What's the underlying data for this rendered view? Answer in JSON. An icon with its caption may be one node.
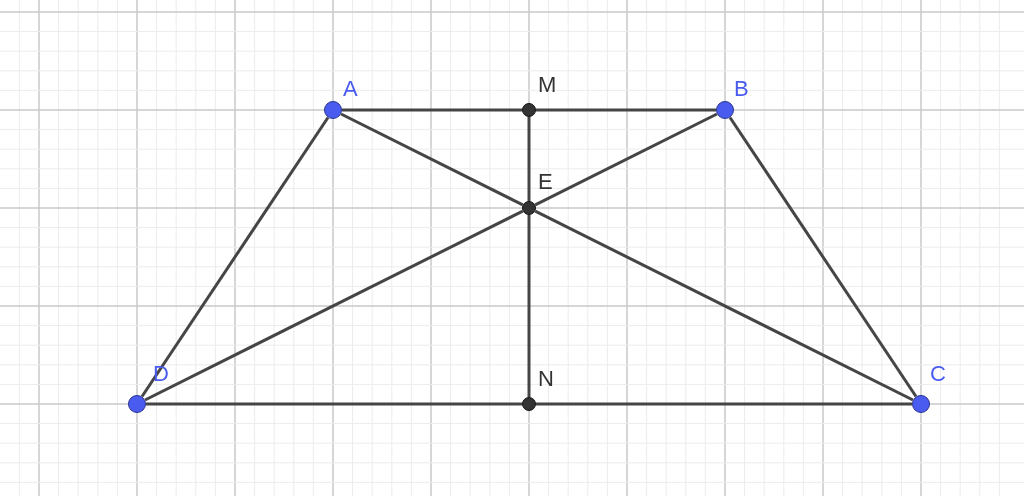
{
  "diagram": {
    "nodes": [
      {
        "text": [],
        "shape": "circle",
        "beside": [
          "A"
        ]
      },
      {
        "text": [],
        "shape": "circle",
        "beside": [
          "M"
        ]
      },
      {
        "text": [],
        "shape": "circle",
        "beside": [
          "B"
        ]
      },
      {
        "text": [],
        "shape": "circle",
        "beside": [
          "E"
        ]
      },
      {
        "text": [],
        "shape": "circle",
        "beside": [
          "D"
        ]
      },
      {
        "text": [],
        "shape": "circle",
        "beside": [
          "N"
        ]
      },
      {
        "text": [],
        "shape": "circle",
        "beside": [
          "C"
        ]
      }
    ],
    "edges": [
      {
        "from": 0,
        "to": 1,
        "arrow": "none"
      },
      {
        "from": 1,
        "to": 2,
        "arrow": "none"
      },
      {
        "from": 0,
        "to": 4,
        "arrow": "none"
      },
      {
        "from": 2,
        "to": 6,
        "arrow": "none"
      },
      {
        "from": 4,
        "to": 5,
        "arrow": "none"
      },
      {
        "from": 5,
        "to": 6,
        "arrow": "none"
      },
      {
        "from": 0,
        "to": 3,
        "arrow": "none"
      },
      {
        "from": 3,
        "to": 6,
        "arrow": "none"
      },
      {
        "from": 2,
        "to": 3,
        "arrow": "none"
      },
      {
        "from": 3,
        "to": 4,
        "arrow": "none"
      },
      {
        "from": 1,
        "to": 3,
        "arrow": "none"
      },
      {
        "from": 3,
        "to": 5,
        "arrow": "none"
      }
    ]
  }
}
